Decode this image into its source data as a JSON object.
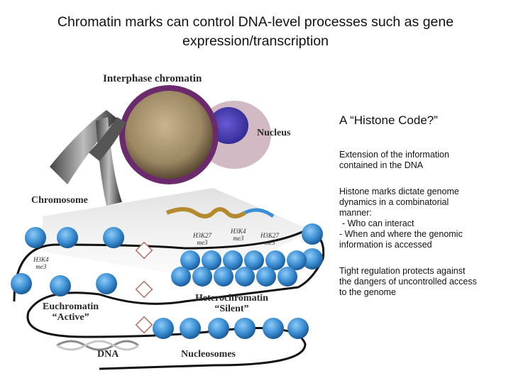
{
  "title": {
    "line1": "Chromatin marks can control DNA-level processes such as gene",
    "line2": "expression/transcription"
  },
  "figure": {
    "labels": {
      "interphase": "Interphase chromatin",
      "nucleus": "Nucleus",
      "chromosome": "Chromosome",
      "h3k27_left": [
        "H3K27",
        "me3"
      ],
      "h3k4_mid": [
        "H3K4",
        "me3"
      ],
      "h3k27_right": [
        "H3K27",
        "me3"
      ],
      "h3k4_left": [
        "H3K4",
        "me3"
      ],
      "euchromatin": "Euchromatin",
      "active": "“Active”",
      "heterochromatin": "Heterochromatin",
      "silent": "“Silent”",
      "dna": "DNA",
      "nucleosomes": "Nucleosomes"
    }
  },
  "text_panel": {
    "heading": "A “Histone Code?”",
    "p1": [
      "Extension of the information",
      "contained in the DNA"
    ],
    "p2": {
      "lines": [
        "Histone marks dictate genome",
        "dynamics in a combinatorial",
        "manner:"
      ],
      "bullet1": "‐ Who can interact",
      "bullet2": [
        " - When and where the genomic",
        "information is accessed"
      ]
    },
    "p3": [
      "Tight regulation protects against",
      "the dangers of uncontrolled access",
      "to the genome"
    ]
  }
}
